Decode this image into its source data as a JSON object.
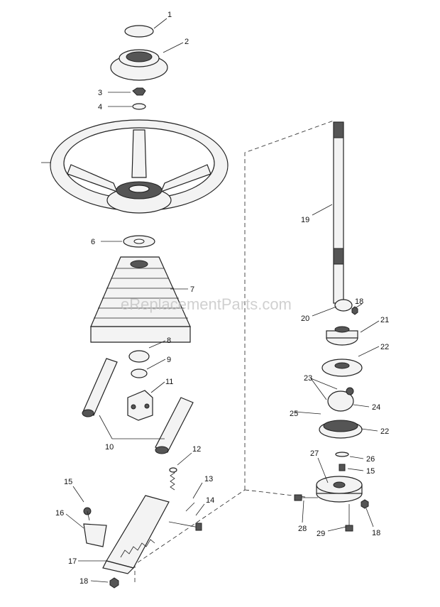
{
  "watermark": "eReplacementParts.com",
  "callouts": {
    "c1": "1",
    "c2": "2",
    "c3": "3",
    "c4": "4",
    "c6": "6",
    "c7": "7",
    "c8": "8",
    "c9": "9",
    "c10": "10",
    "c11": "11",
    "c12": "12",
    "c13": "13",
    "c14": "14",
    "c15a": "15",
    "c16": "16",
    "c17": "17",
    "c18a": "18",
    "c19": "19",
    "c18b": "18",
    "c20": "20",
    "c21": "21",
    "c22a": "22",
    "c23": "23",
    "c24": "24",
    "c25": "25",
    "c22b": "22",
    "c27": "27",
    "c26": "26",
    "c15b": "15",
    "c28": "28",
    "c29": "29",
    "c18c": "18"
  }
}
